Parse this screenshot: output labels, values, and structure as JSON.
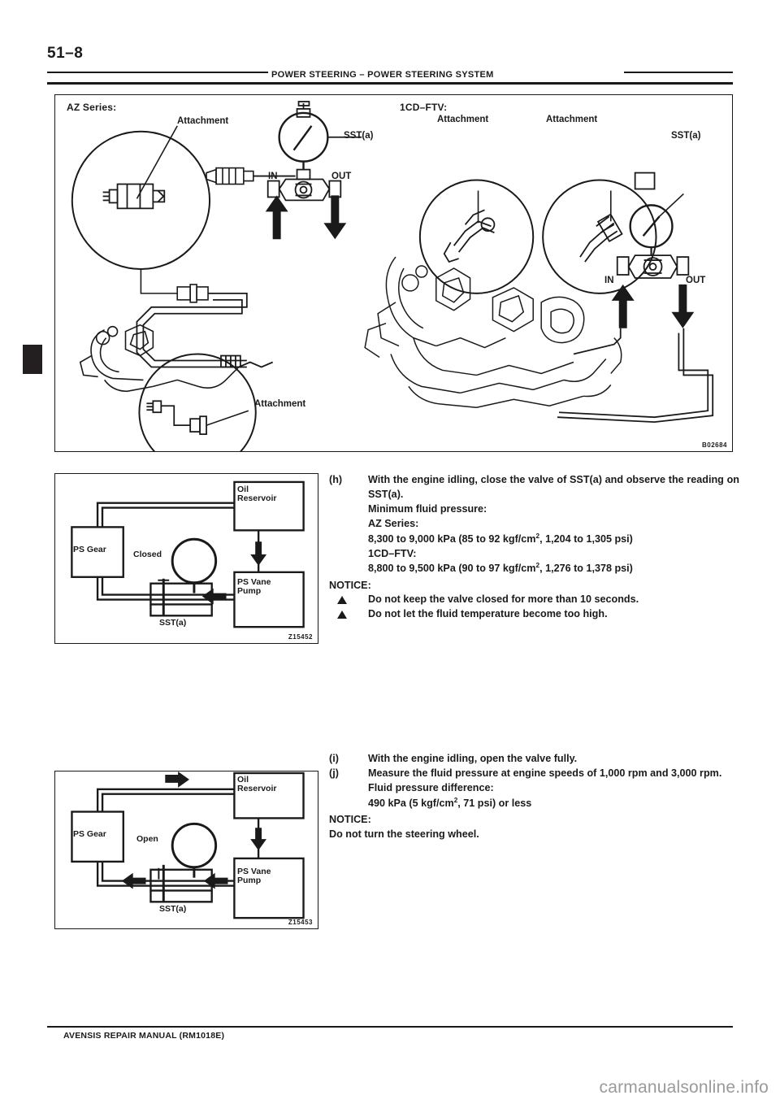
{
  "header": {
    "page_number": "51–8",
    "title": "POWER STEERING  –  POWER STEERING SYSTEM"
  },
  "figures": {
    "main": {
      "id": "B02684",
      "left_series_label": "AZ Series:",
      "right_series_label": "1CD–FTV:",
      "labels": {
        "attachment_left_top": "Attachment",
        "attachment_left_bottom": "Attachment",
        "sst_left": "SST(a)",
        "in_left": "IN",
        "out_left": "OUT",
        "attachment_right_1": "Attachment",
        "attachment_right_2": "Attachment",
        "sst_right": "SST(a)",
        "in_right": "IN",
        "out_right": "OUT"
      }
    },
    "closed": {
      "id": "Z15452",
      "ps_gear": "PS Gear",
      "valve_state": "Closed",
      "oil_reservoir": "Oil\nReservoir",
      "oil_reservoir_line1": "Oil",
      "oil_reservoir_line2": "Reservoir",
      "ps_vane_pump_line1": "PS Vane",
      "ps_vane_pump_line2": "Pump",
      "sst": "SST(a)"
    },
    "open": {
      "id": "Z15453",
      "ps_gear": "PS Gear",
      "valve_state": "Open",
      "oil_reservoir_line1": "Oil",
      "oil_reservoir_line2": "Reservoir",
      "ps_vane_pump_line1": "PS Vane",
      "ps_vane_pump_line2": "Pump",
      "sst": "SST(a)"
    }
  },
  "steps": {
    "h": {
      "marker": "(h)",
      "text": "With the engine idling, close the valve of SST(a) and observe the reading on SST(a).",
      "spec_title": "Minimum fluid pressure:",
      "spec_az_label": "AZ Series:",
      "spec_az_value_pre": "8,300 to 9,000 kPa (85 to 92 kgf/cm",
      "spec_az_value_post": ", 1,204 to 1,305 psi)",
      "spec_cd_label": "1CD–FTV:",
      "spec_cd_value_pre": "8,800 to 9,500 kPa (90 to 97 kgf/cm",
      "spec_cd_value_post": ", 1,276 to 1,378 psi)",
      "notice_head": "NOTICE:",
      "notice_1": "Do not keep the valve closed for more than 10 seconds.",
      "notice_2": "Do not let the fluid temperature become too high."
    },
    "i": {
      "marker": "(i)",
      "text": "With the engine idling, open the valve fully."
    },
    "j": {
      "marker": "(j)",
      "text": "Measure the fluid pressure at engine speeds of 1,000 rpm and 3,000 rpm.",
      "spec_title": "Fluid pressure difference:",
      "spec_value_pre": "490 kPa (5 kgf/cm",
      "spec_value_post": ", 71 psi) or less",
      "notice_head": "NOTICE:",
      "notice_1": "Do not turn the steering wheel."
    }
  },
  "exponent": "2",
  "footer": {
    "manual": "AVENSIS REPAIR MANUAL   (RM1018E)",
    "watermark": "carmanualsonline.info"
  }
}
